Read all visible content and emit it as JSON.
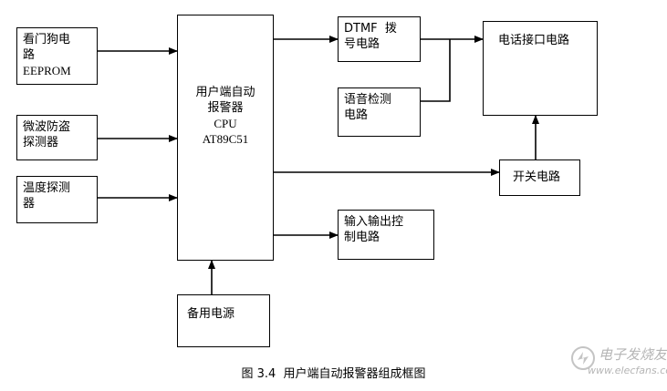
{
  "blocks": {
    "watchdog": [
      "看门狗电",
      "路",
      "EEPROM"
    ],
    "microwave": [
      "微波防盗",
      "探测器"
    ],
    "temperature": [
      "温度探测",
      "器"
    ],
    "cpu": [
      "用户端自动",
      "报警器",
      "CPU",
      "AT89C51"
    ],
    "dtmf": [
      "DTMF  拨",
      "号电路"
    ],
    "voice": [
      "语音检测",
      "电路"
    ],
    "phone_interface": [
      "电话接口电路"
    ],
    "switch": [
      "开关电路"
    ],
    "io_control": [
      "输入输出控",
      "制电路"
    ],
    "power": [
      "备用电源"
    ]
  },
  "caption": "图 3.4  用户端自动报警器组成框图",
  "watermark": {
    "text": "电子发烧友",
    "url": "www.elecfans.com"
  }
}
